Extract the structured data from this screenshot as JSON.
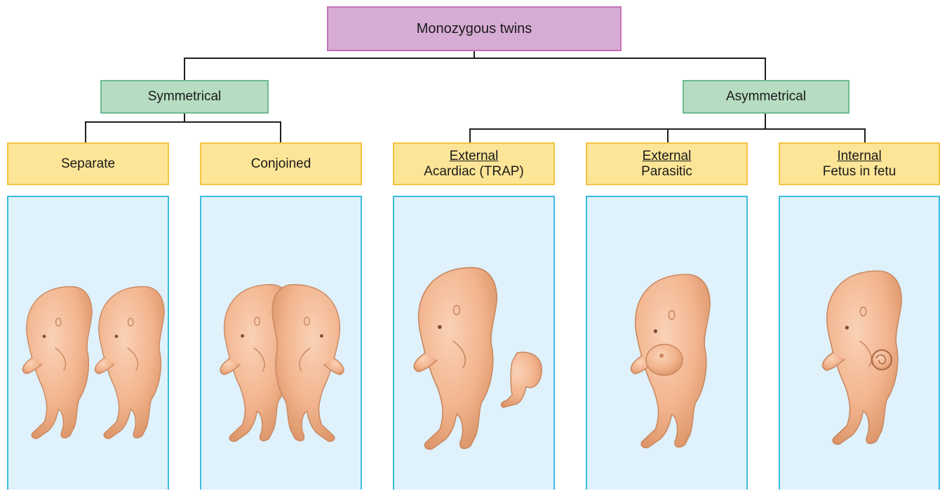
{
  "root": {
    "label": "Monozygous twins"
  },
  "groups": [
    {
      "label": "Symmetrical"
    },
    {
      "label": "Asymmetrical"
    }
  ],
  "categories": [
    {
      "underlined": "",
      "label": "Separate"
    },
    {
      "underlined": "",
      "label": "Conjoined"
    },
    {
      "underlined": "External",
      "label": "Acardiac (TRAP)"
    },
    {
      "underlined": "External",
      "label": "Parasitic"
    },
    {
      "underlined": "Internal",
      "label": "Fetus in fetu"
    }
  ],
  "colors": {
    "root_fill": "#d6acd4",
    "root_border": "#c670b8",
    "group_fill": "#b6dcc1",
    "group_border": "#6fba92",
    "leaf_fill": "#fde597",
    "leaf_border": "#f4c342",
    "panel_fill": "#dff1fb",
    "panel_border": "#3cbde0",
    "connector": "#1e1e1e",
    "fetus_skin": "#f2b48e",
    "fetus_outline": "#c98860"
  },
  "illustrations": [
    {
      "name": "separate-twins-illustration"
    },
    {
      "name": "conjoined-twins-illustration"
    },
    {
      "name": "acardiac-twin-illustration"
    },
    {
      "name": "parasitic-twin-illustration"
    },
    {
      "name": "fetus-in-fetu-illustration"
    }
  ]
}
